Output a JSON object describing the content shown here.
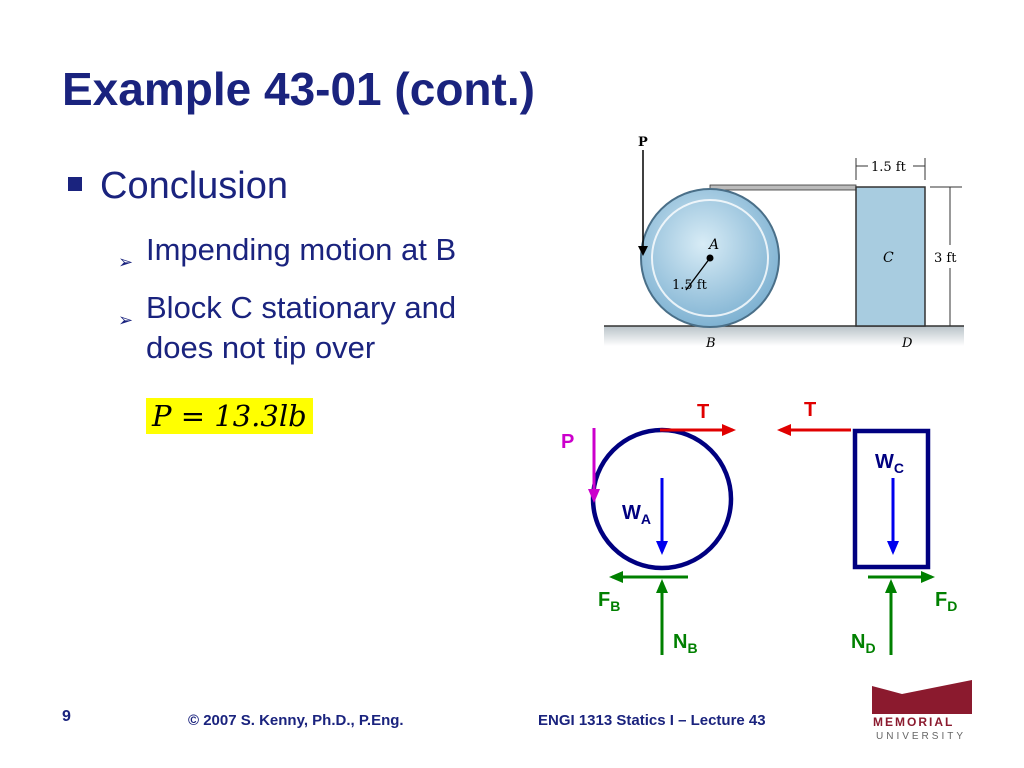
{
  "slide": {
    "title": "Example 43-01 (cont.)",
    "bullet_main": "Conclusion",
    "sub_bullets": [
      "Impending motion at B",
      "Block C stationary and does not tip over"
    ],
    "equation": "P = 13.3lb"
  },
  "figure": {
    "labels": {
      "P": "P",
      "A": "A",
      "radius": "1.5 ft",
      "C": "C",
      "width": "1.5 ft",
      "height": "3 ft",
      "B": "B",
      "D": "D"
    }
  },
  "fbd": {
    "T_left": "T",
    "T_right": "T",
    "P": "P",
    "WA": "W",
    "WA_sub": "A",
    "WC": "W",
    "WC_sub": "C",
    "FB": "F",
    "FB_sub": "B",
    "NB": "N",
    "NB_sub": "B",
    "FD": "F",
    "FD_sub": "D",
    "ND": "N",
    "ND_sub": "D",
    "colors": {
      "tension": "#e00000",
      "load": "#cc00cc",
      "weight": "#0000ee",
      "reaction": "#008000",
      "outline": "#000080"
    }
  },
  "footer": {
    "page": "9",
    "copyright": "© 2007 S. Kenny, Ph.D., P.Eng.",
    "course": "ENGI 1313 Statics I – Lecture 43",
    "logo_text_1": "MEMORIAL",
    "logo_text_2": "UNIVERSITY"
  }
}
